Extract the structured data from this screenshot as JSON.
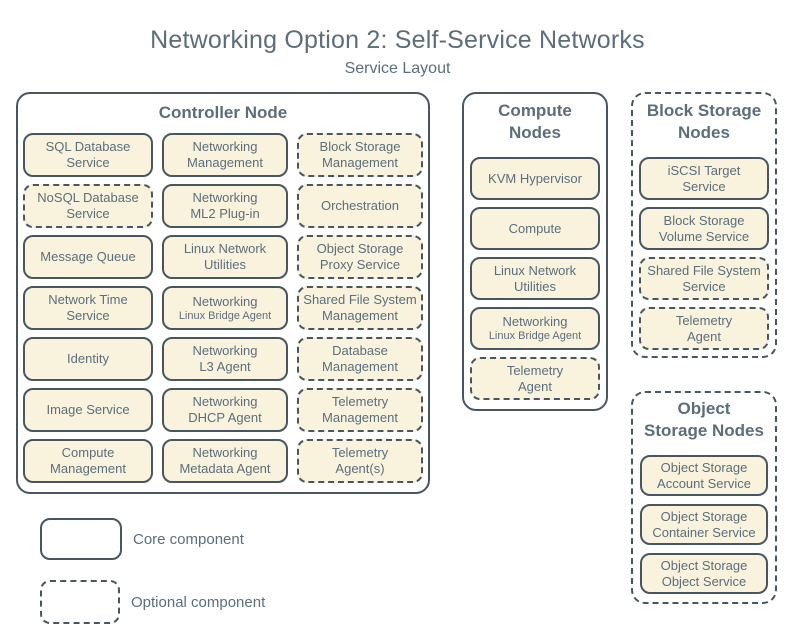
{
  "title": "Networking Option 2: Self-Service Networks",
  "subtitle": "Service Layout",
  "colors": {
    "background": "#ffffff",
    "outline": "#48575f",
    "box_fill": "#f9f3dd",
    "box_text": "#5b6e7c",
    "heading_text": "#5b6e7a"
  },
  "containers": {
    "controller": {
      "title_lines": [
        "Controller Node"
      ],
      "style": "core",
      "boxes": [
        {
          "lines": [
            "SQL Database",
            "Service"
          ],
          "style": "core"
        },
        {
          "lines": [
            "Networking",
            "Management"
          ],
          "style": "core"
        },
        {
          "lines": [
            "Block Storage",
            "Management"
          ],
          "style": "optional"
        },
        {
          "lines": [
            "NoSQL Database",
            "Service"
          ],
          "style": "optional"
        },
        {
          "lines": [
            "Networking",
            "ML2 Plug-in"
          ],
          "style": "core"
        },
        {
          "lines": [
            "Orchestration"
          ],
          "style": "optional"
        },
        {
          "lines": [
            "Message Queue"
          ],
          "style": "core"
        },
        {
          "lines": [
            "Linux Network",
            "Utilities"
          ],
          "style": "core"
        },
        {
          "lines": [
            "Object Storage",
            "Proxy Service"
          ],
          "style": "optional"
        },
        {
          "lines": [
            "Network Time",
            "Service"
          ],
          "style": "core"
        },
        {
          "lines": [
            "Networking"
          ],
          "sublabel": "Linux Bridge Agent",
          "style": "core"
        },
        {
          "lines": [
            "Shared File System",
            "Management"
          ],
          "style": "optional"
        },
        {
          "lines": [
            "Identity"
          ],
          "style": "core"
        },
        {
          "lines": [
            "Networking",
            "L3 Agent"
          ],
          "style": "core"
        },
        {
          "lines": [
            "Database",
            "Management"
          ],
          "style": "optional"
        },
        {
          "lines": [
            "Image Service"
          ],
          "style": "core"
        },
        {
          "lines": [
            "Networking",
            "DHCP Agent"
          ],
          "style": "core"
        },
        {
          "lines": [
            "Telemetry",
            "Management"
          ],
          "style": "optional"
        },
        {
          "lines": [
            "Compute",
            "Management"
          ],
          "style": "core"
        },
        {
          "lines": [
            "Networking",
            "Metadata Agent"
          ],
          "style": "core"
        },
        {
          "lines": [
            "Telemetry",
            "Agent(s)"
          ],
          "style": "optional"
        }
      ]
    },
    "compute": {
      "title_lines": [
        "Compute",
        "Nodes"
      ],
      "style": "core",
      "boxes": [
        {
          "lines": [
            "KVM Hypervisor"
          ],
          "style": "core"
        },
        {
          "lines": [
            "Compute"
          ],
          "style": "core"
        },
        {
          "lines": [
            "Linux Network",
            "Utilities"
          ],
          "style": "core"
        },
        {
          "lines": [
            "Networking"
          ],
          "sublabel": "Linux Bridge Agent",
          "style": "core"
        },
        {
          "lines": [
            "Telemetry",
            "Agent"
          ],
          "style": "optional"
        }
      ]
    },
    "block_storage": {
      "title_lines": [
        "Block Storage",
        "Nodes"
      ],
      "style": "optional",
      "boxes": [
        {
          "lines": [
            "iSCSI Target",
            "Service"
          ],
          "style": "core"
        },
        {
          "lines": [
            "Block Storage",
            "Volume Service"
          ],
          "style": "core"
        },
        {
          "lines": [
            "Shared File System",
            "Service"
          ],
          "style": "optional"
        },
        {
          "lines": [
            "Telemetry",
            "Agent"
          ],
          "style": "optional"
        }
      ]
    },
    "object_storage": {
      "title_lines": [
        "Object",
        "Storage Nodes"
      ],
      "style": "optional",
      "boxes": [
        {
          "lines": [
            "Object Storage",
            "Account Service"
          ],
          "style": "core"
        },
        {
          "lines": [
            "Object Storage",
            "Container Service"
          ],
          "style": "core"
        },
        {
          "lines": [
            "Object Storage",
            "Object Service"
          ],
          "style": "core"
        }
      ]
    }
  },
  "legend": {
    "core_label": "Core component",
    "optional_label": "Optional component"
  }
}
